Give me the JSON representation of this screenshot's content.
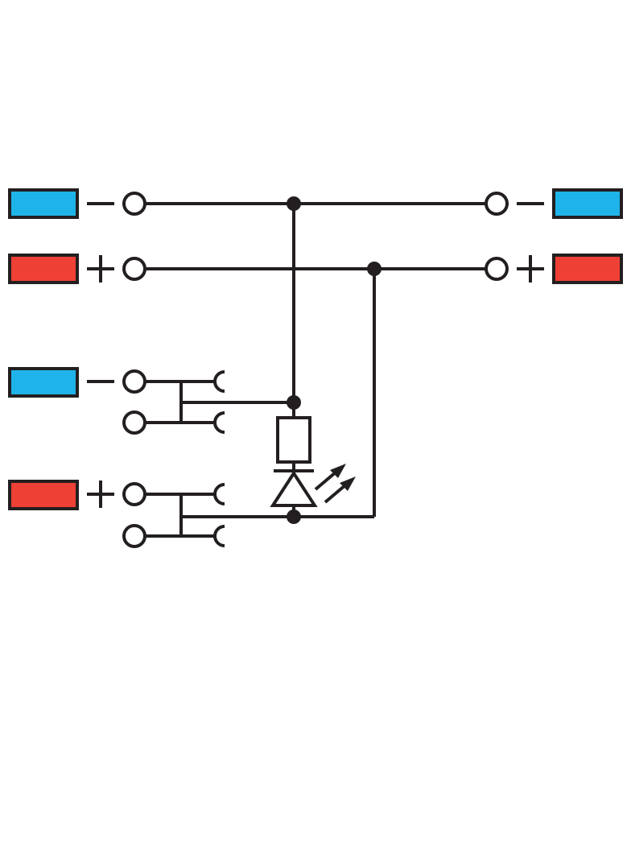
{
  "colors": {
    "line": "#231f20",
    "negative": "#1eb4ea",
    "positive": "#ee4035",
    "background": "#ffffff"
  },
  "diagram": {
    "description_free": true,
    "blocks": [
      {
        "polarity": "negative"
      },
      {
        "polarity": "positive"
      },
      {
        "polarity": "negative"
      },
      {
        "polarity": "positive"
      },
      {
        "polarity": "negative"
      },
      {
        "polarity": "positive"
      }
    ],
    "icons": [
      "minus-sign-icon",
      "plus-sign-icon",
      "resistor-icon",
      "led-icon",
      "light-emission-arrows-icon"
    ]
  }
}
